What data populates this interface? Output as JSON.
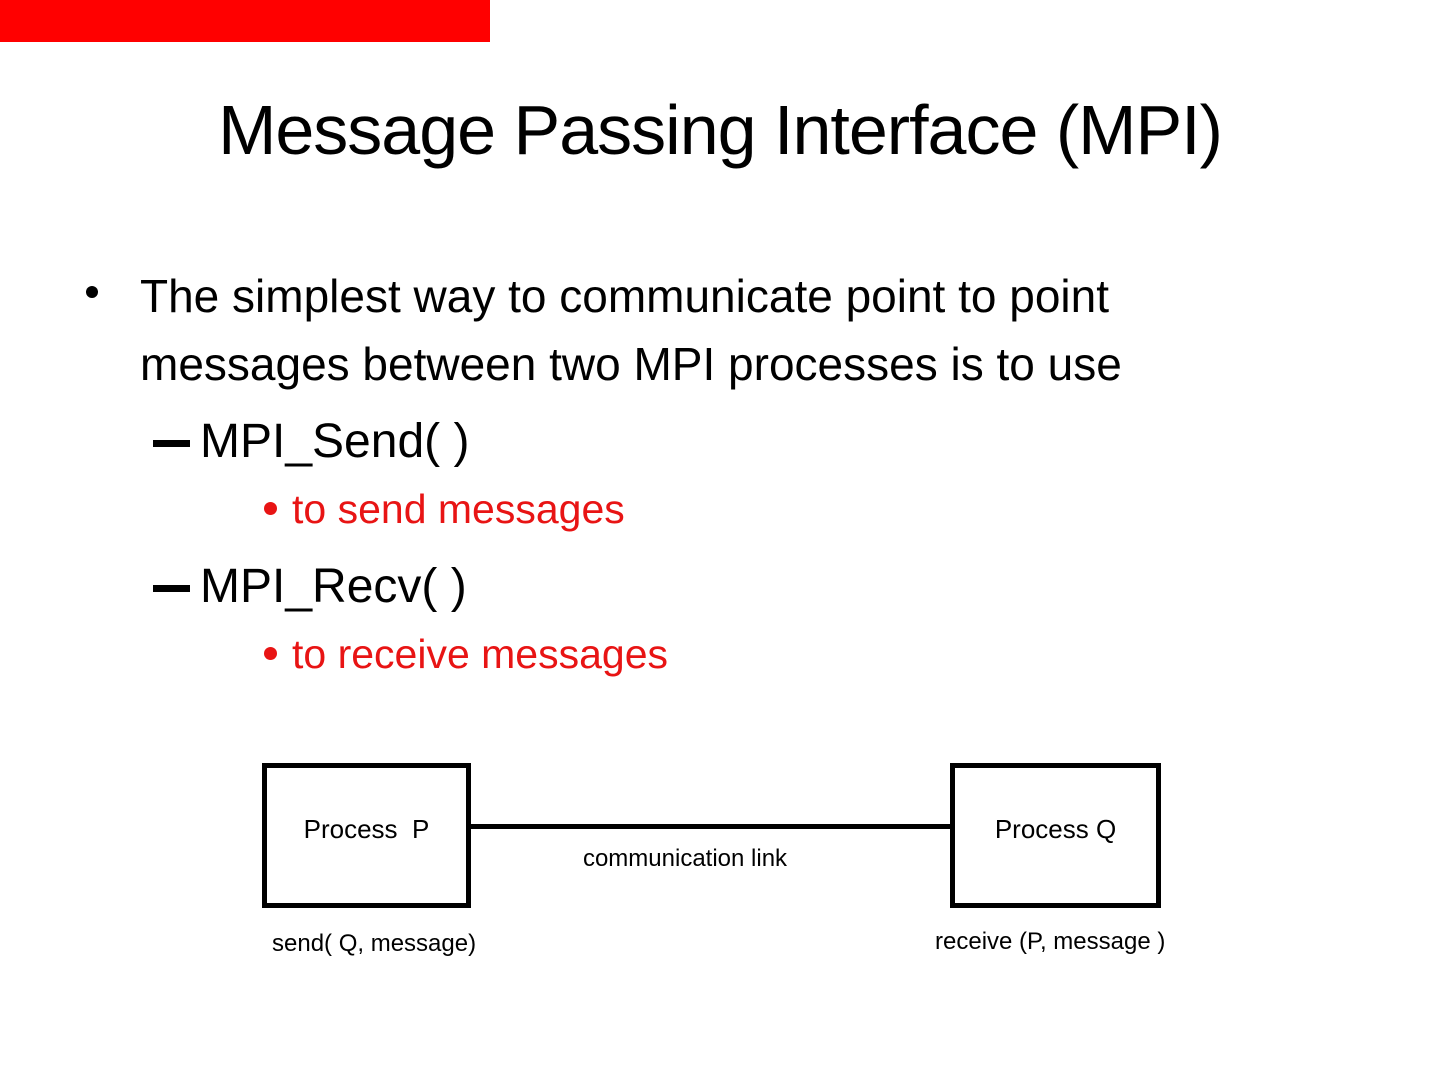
{
  "slide": {
    "title": "Message Passing Interface (MPI)",
    "colors": {
      "top_bar_red": "#ff0000",
      "red_text": "#e81414",
      "text_black": "#000000",
      "background": "#ffffff"
    },
    "body": {
      "intro": "The simplest way to communicate point to point messages between two MPI processes is to use",
      "send_fn": "MPI_Send( )",
      "send_desc": "to send messages",
      "recv_fn": "MPI_Recv( )",
      "recv_desc": "to receive messages"
    },
    "diagram": {
      "process_p_label": "Process  P",
      "process_q_label": "Process Q",
      "link_label": "communication link",
      "send_caption": "send( Q, message)",
      "receive_caption": "receive (P, message )"
    }
  }
}
